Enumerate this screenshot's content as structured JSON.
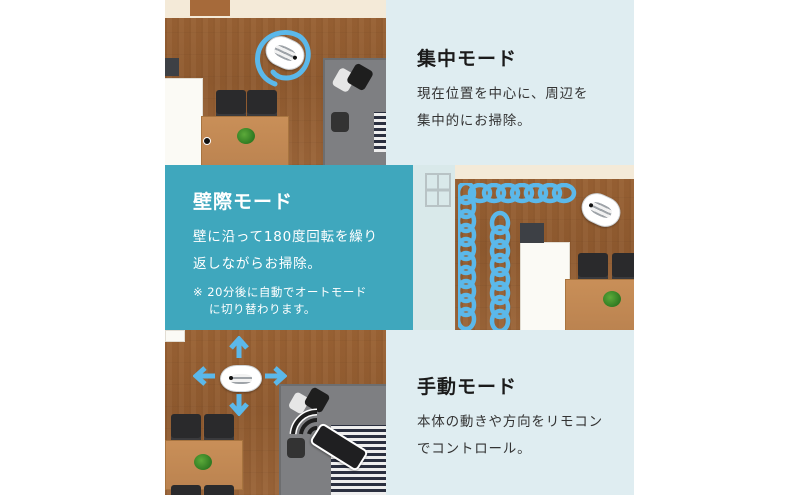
{
  "modes": {
    "spot": {
      "title": "集中モード",
      "desc_line1": "現在位置を中心に、周辺を",
      "desc_line2": "集中的にお掃除。",
      "illustration": "robot-spiral-path"
    },
    "edge": {
      "title": "壁際モード",
      "desc_line1": "壁に沿って180度回転を繰り",
      "desc_line2": "返しながらお掃除。",
      "note_line1": "※ 20分後に自動でオートモード",
      "note_line2": "に切り替わります。",
      "illustration": "robot-wall-loop-path"
    },
    "manual": {
      "title": "手動モード",
      "desc_line1": "本体の動きや方向をリモコン",
      "desc_line2": "でコントロール。",
      "illustration": "robot-direction-arrows-remote"
    }
  },
  "colors": {
    "panel_bg": "#dfedf1",
    "teal": "#3fa7bd",
    "path_blue": "#5bb8ea",
    "wood": "#9a6234"
  }
}
